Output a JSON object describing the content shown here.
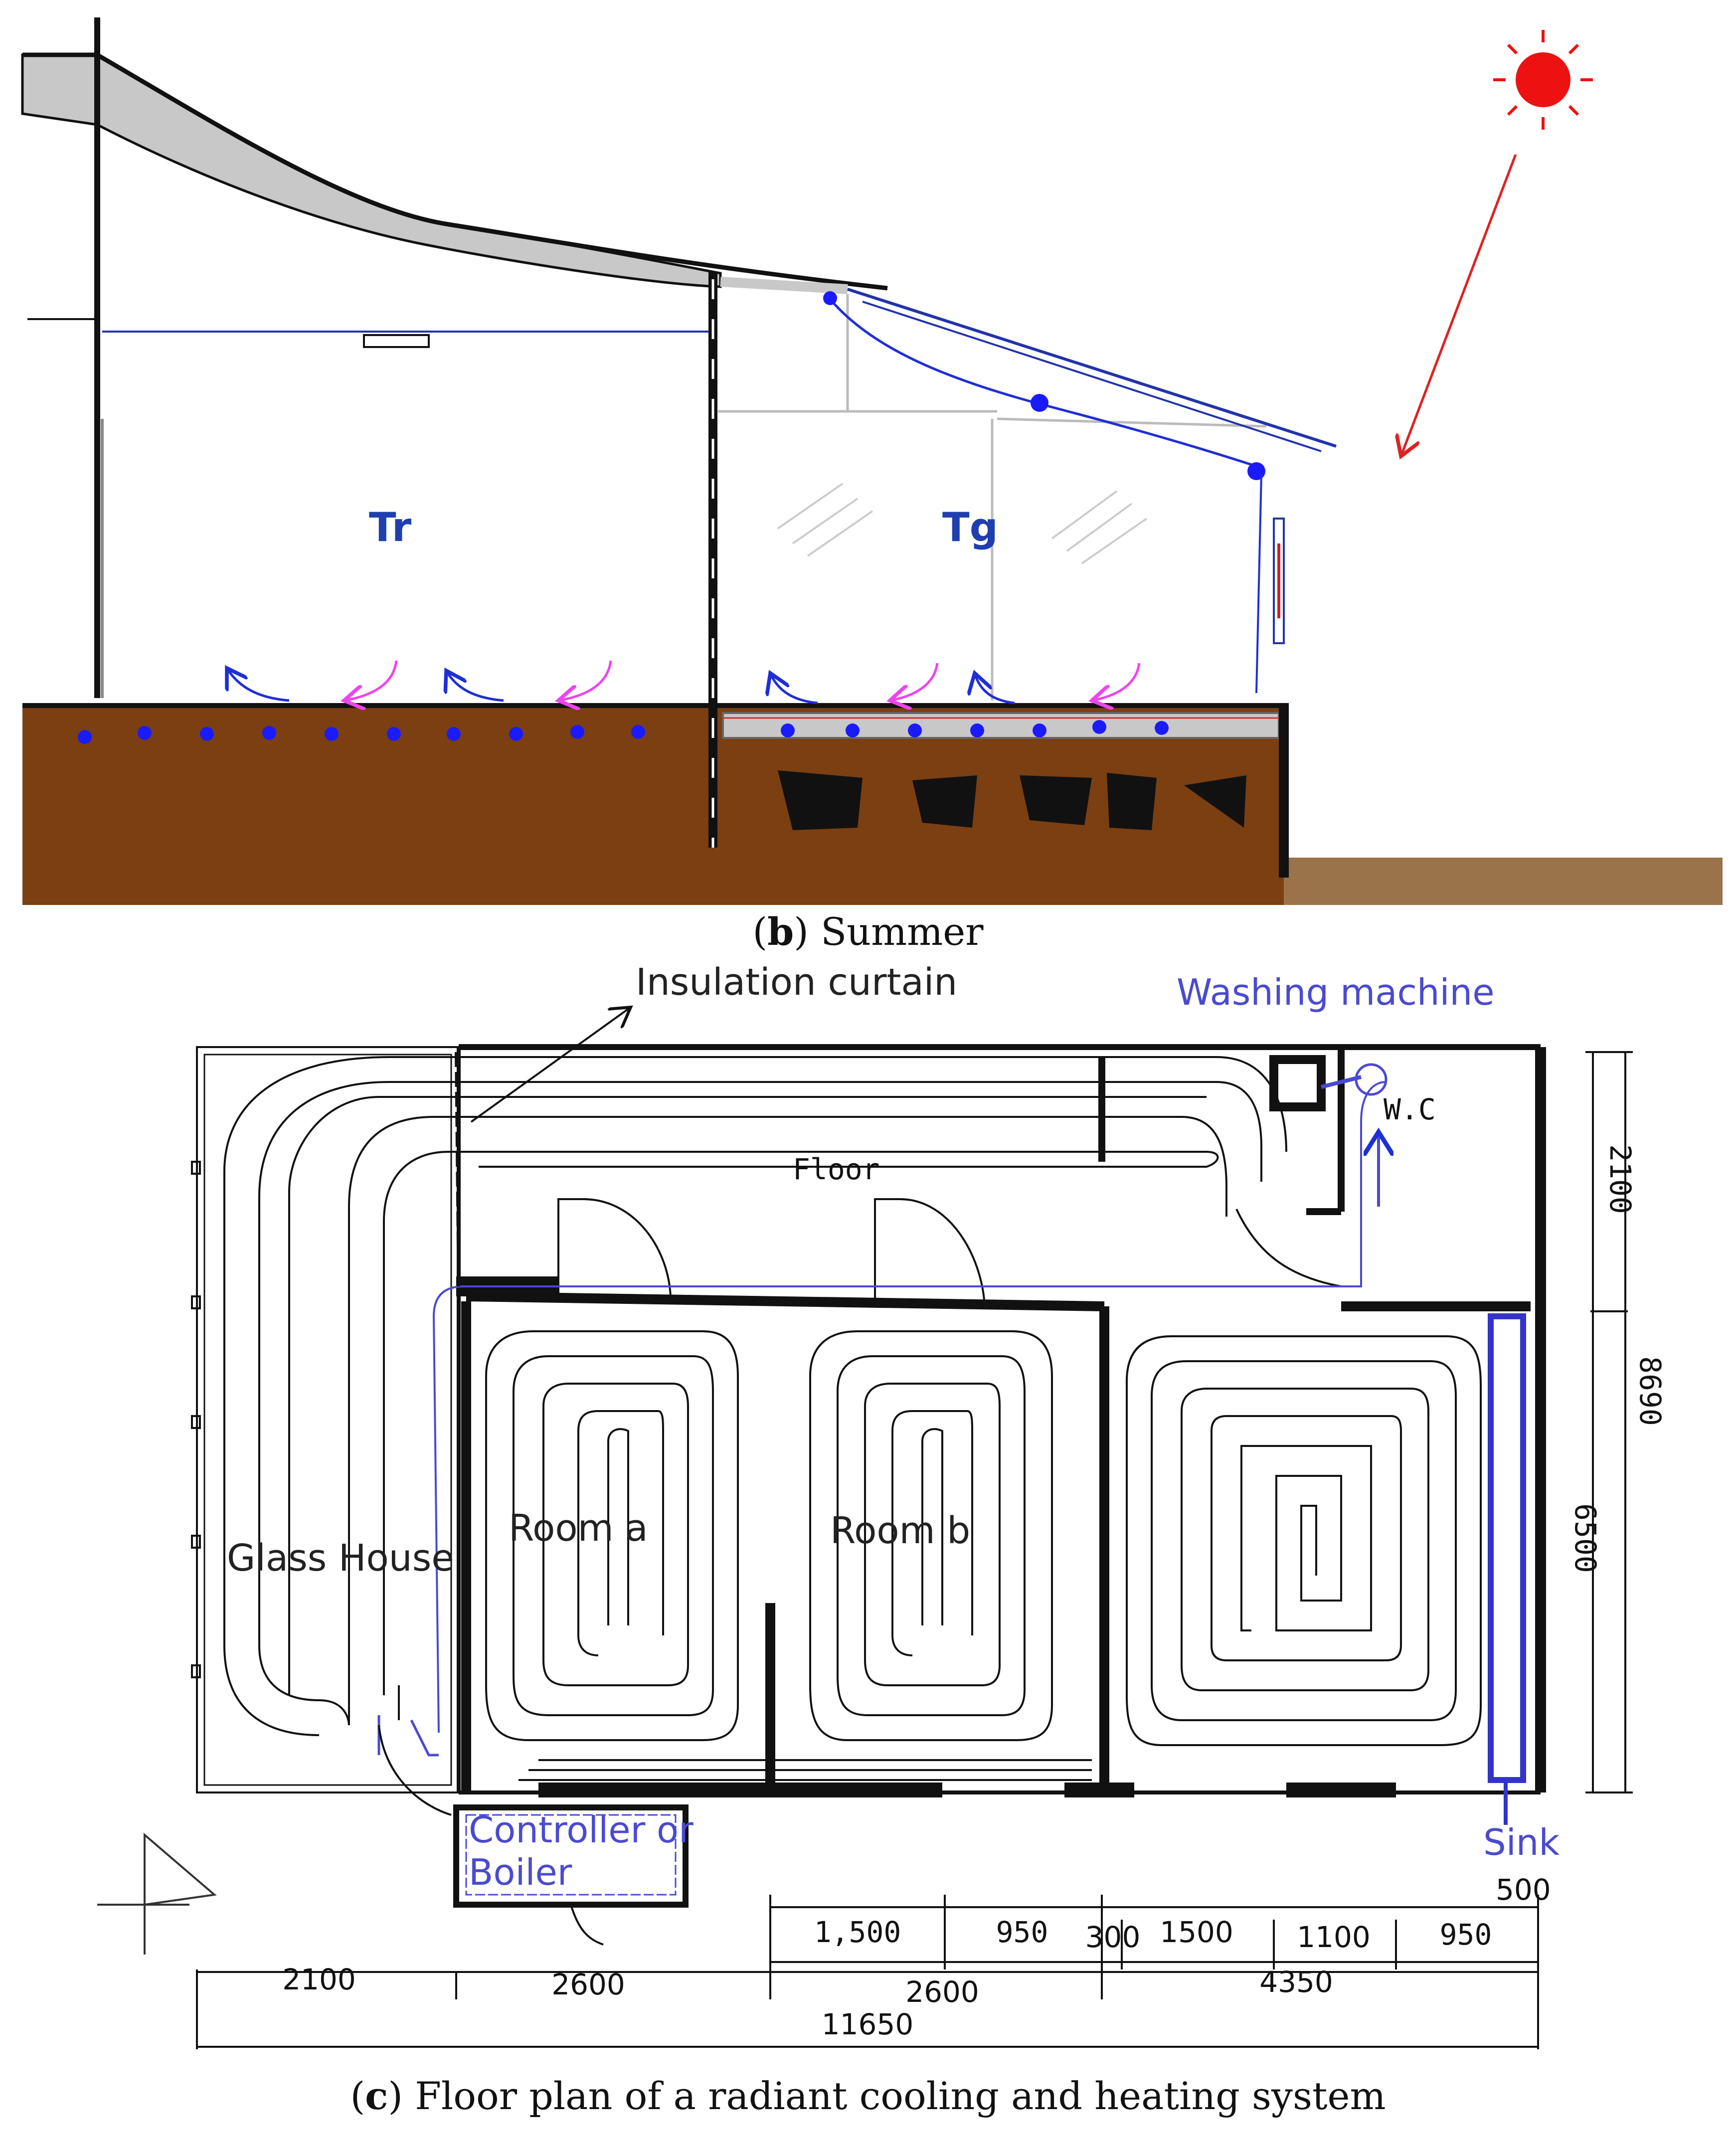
{
  "colors": {
    "soil": "#7b3f12",
    "pipe_dot": "#1a1aff",
    "arrow_blue": "#1f2fd6",
    "arrow_magenta": "#ee44ee",
    "sun": "#ee1111",
    "sun_ray": "#dd2222",
    "roof_fill": "#c8c8c8",
    "annotation_blue": "#4a4ad0",
    "plan_line": "#111111"
  },
  "section_b": {
    "label_tr": "Tr",
    "label_tg": "Tg",
    "caption_letter": "b",
    "caption_text": " Summer"
  },
  "floor_plan_c": {
    "insulation_curtain": "Insulation curtain",
    "washing_machine": "Washing machine",
    "wc": "W.C",
    "floor": "Floor",
    "glass_house": "Glass House",
    "room_a": "Room a",
    "room_b": "Room b",
    "controller_line1": "Controller or",
    "controller_line2": "Boiler",
    "sink": "Sink",
    "dim_500": "500",
    "right_dims": {
      "d2100": "2100",
      "d8690": "8690",
      "d6500": "6500"
    },
    "bottom_dims": {
      "d1500a": "1,500",
      "d950a": "950",
      "d300": "300",
      "d1500b": "1500",
      "d1100": "1100",
      "d950b": "950",
      "d2100": "2100",
      "d2600a": "2600",
      "d2600b": "2600",
      "d4350": "4350",
      "d11650": "11650"
    },
    "caption_letter": "c",
    "caption_text": " Floor plan of a radiant cooling and heating system"
  }
}
